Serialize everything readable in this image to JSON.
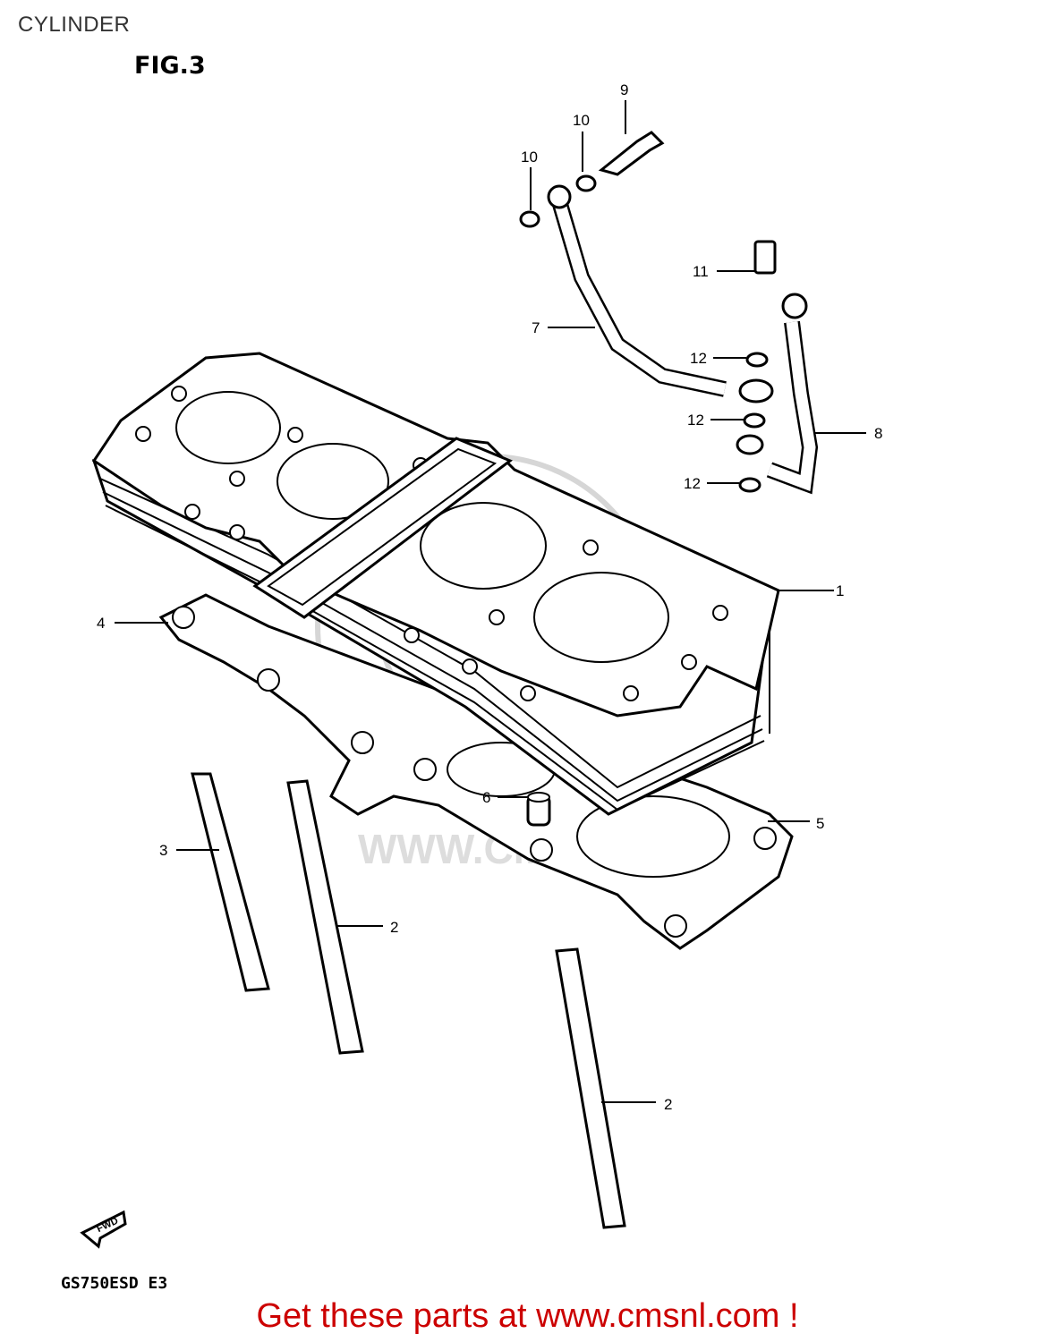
{
  "header": {
    "title": "CYLINDER"
  },
  "figure": {
    "label": "FIG.3",
    "model_code": "GS750ESD  E3"
  },
  "watermark": {
    "text": "WWW.CMSNL.COM"
  },
  "fwd_arrow": {
    "label": "FWD"
  },
  "callouts": {
    "p1": "1",
    "p2a": "2",
    "p2b": "2",
    "p3": "3",
    "p4": "4",
    "p5": "5",
    "p6": "6",
    "p7": "7",
    "p8": "8",
    "p9": "9",
    "p10a": "10",
    "p10b": "10",
    "p11": "11",
    "p12a": "12",
    "p12b": "12",
    "p12c": "12"
  },
  "footer": {
    "link_text": "Get these parts at www.cmsnl.com !"
  },
  "colors": {
    "link": "#cc0000",
    "line": "#000000",
    "watermark": "#bbbbbb"
  }
}
